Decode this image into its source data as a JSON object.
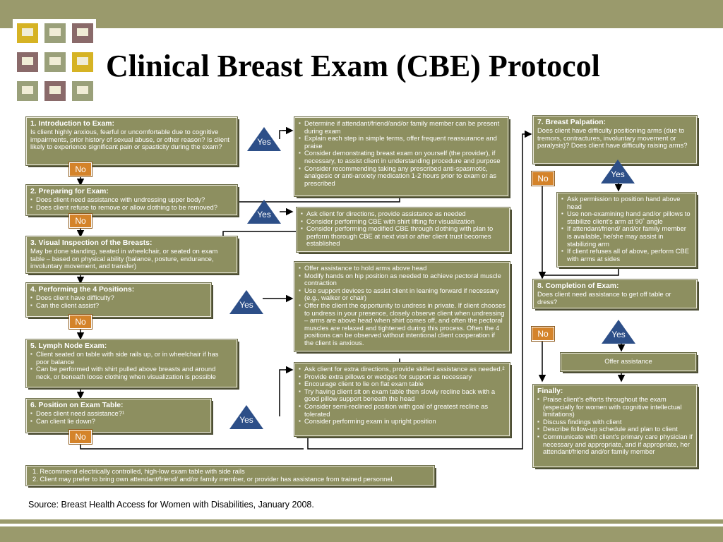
{
  "title": "Clinical Breast Exam (CBE) Protocol",
  "source": "Source: Breast Health Access for Women with Disabilities, January 2008.",
  "colors": {
    "box": "#8d8f60",
    "bar": "#9a9a6c",
    "yes_triangle": "#2d4f88",
    "no_box": "#d4832a"
  },
  "labels": {
    "yes": "Yes",
    "no": "No"
  },
  "left": {
    "b1": {
      "heading": "1. Introduction to Exam:",
      "text": "Is client highly anxious, fearful or uncomfortable due to cognitive impairments, prior history of sexual abuse, or other reason? Is client likely to experience significant pain or spasticity during the exam?"
    },
    "b2": {
      "heading": "2. Preparing for Exam:",
      "items": [
        "Does client need assistance with undressing upper body?",
        "Does client refuse to remove or allow clothing to be removed?"
      ]
    },
    "b3": {
      "heading": "3. Visual Inspection of the Breasts:",
      "text": "May be done standing, seated in wheelchair, or seated on exam table – based on physical ability (balance, posture, endurance, involuntary movement, and transfer)"
    },
    "b4": {
      "heading": "4. Performing the 4 Positions:",
      "items": [
        "Does client have difficulty?",
        "Can the client assist?"
      ]
    },
    "b5": {
      "heading": "5. Lymph Node Exam:",
      "items": [
        "Client seated on table with side rails up, or in wheelchair if has poor balance",
        "Can be performed with shirt pulled above breasts and around neck, or beneath loose clothing when visualization is possible"
      ]
    },
    "b6": {
      "heading": "6. Position on Exam Table:",
      "items": [
        "Does client need assistance?¹",
        "Can client lie down?"
      ]
    }
  },
  "middle": {
    "m1": [
      "Determine if attendant/friend/and/or family member can be present during exam",
      "Explain each step in simple terms, offer frequent reassurance and praise",
      "Consider demonstrating breast exam on yourself (the provider), if necessary, to assist client in understanding procedure and purpose",
      "Consider recommending taking any prescribed anti-spasmotic, analgesic or anti-anxiety medication 1-2 hours prior to exam or as prescribed"
    ],
    "m2": [
      "Ask client for directions, provide assistance as needed",
      "Consider performing CBE with shirt lifting for visualization",
      "Consider performing modified CBE through clothing with plan to perform thorough CBE at next visit or after client trust becomes established"
    ],
    "m3": [
      "Offer assistance to hold arms above head",
      "Modify hands on hip position as needed to achieve pectoral muscle contraction",
      "Use support devices to assist client in leaning forward if necessary (e.g., walker or chair)",
      "Offer the client the opportunity to undress in private. If client chooses to undress in your presence, closely observe client when undressing – arms are above head when shirt comes off, and often the pectoral muscles are relaxed and tightened during this process. Often the 4 positions can be observed without intentional client cooperation if the client is anxious."
    ],
    "m4": [
      "Ask client for extra directions, provide skilled assistance as needed.²",
      "Provide extra pillows or wedges for support as necessary",
      "Encourage client to lie on flat exam table",
      "Try having client sit on exam table then slowly recline back with a good pillow support beneath the head",
      "Consider semi-reclined position with goal of greatest recline as tolerated",
      "Consider performing exam in upright position"
    ]
  },
  "right": {
    "r7": {
      "heading": "7. Breast Palpation:",
      "text": "Does client have difficulty positioning arms (due to tremors, contractures, involuntary movement or paralysis)? Does client have difficulty raising arms?"
    },
    "r7yes": [
      "Ask permission to position hand above head",
      "Use non-examining hand and/or pillows to stabilize client's arm at 90˚ angle",
      "If attendant/friend/ and/or family member is available, he/she may assist in stabilizing arm",
      "If client refuses all of above, perform CBE with arms at sides"
    ],
    "r8": {
      "heading": "8. Completion of Exam:",
      "text": "Does client need assistance to get off table or dress?"
    },
    "offer": "Offer assistance",
    "finally": {
      "heading": "Finally:",
      "items": [
        "Praise client's efforts throughout the exam (especially for women with cognitive intellectual limitations)",
        "Discuss findings with client",
        "Describe follow-up schedule and plan to client",
        "Communicate with client's primary care physician if necessary and appropriate, and if appropriate, her attendant/friend and/or family member"
      ]
    }
  },
  "footnotes": [
    "1.  Recommend electrically controlled, high-low exam table with side rails",
    "2.  Client may prefer to bring own attendant/friend/ and/or family member, or provider has assistance from trained personnel."
  ]
}
